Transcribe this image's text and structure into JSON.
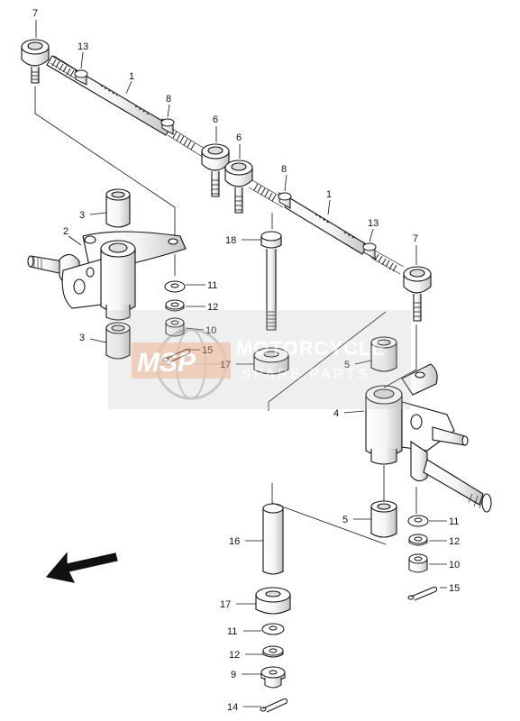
{
  "diagram": {
    "callouts": {
      "c7a": "7",
      "c13a": "13",
      "c1a": "1",
      "c8a": "8",
      "c6a": "6",
      "c6b": "6",
      "c8b": "8",
      "c1b": "1",
      "c13b": "13",
      "c7b": "7",
      "c2": "2",
      "c3a": "3",
      "c18": "18",
      "c11a": "11",
      "c12a": "12",
      "c10a": "10",
      "c3b": "3",
      "c15a": "15",
      "c17a": "17",
      "c5a": "5",
      "c4": "4",
      "c5b": "5",
      "c11b": "11",
      "c12b": "12",
      "c10b": "10",
      "c15b": "15",
      "c16": "16",
      "c17b": "17",
      "c11c": "11",
      "c12c": "12",
      "c9": "9",
      "c14": "14"
    }
  },
  "watermark": {
    "logo": "MSP",
    "line1": "MOTORCYCLE",
    "line2": "SPARE PARTS",
    "color": "#c8c8c8",
    "accent": "#e8a070"
  },
  "colors": {
    "line": "#111111",
    "part_fill": "#ffffff",
    "shade": "#dddddd"
  }
}
